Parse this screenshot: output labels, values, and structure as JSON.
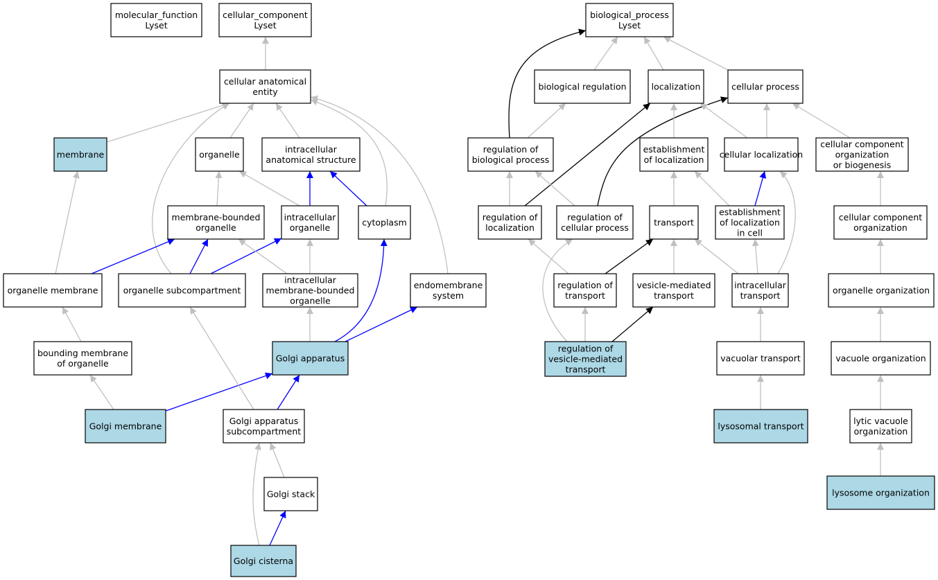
{
  "colors": {
    "node_default_fill": "#ffffff",
    "node_highlight_fill": "#add8e6",
    "edge_is_a": "#c0c0c0",
    "edge_part_of": "#0000ff",
    "edge_regulates": "#000000"
  },
  "nodes": [
    {
      "id": "mf",
      "lines": [
        "molecular_function",
        "Lyset"
      ],
      "highlight": false
    },
    {
      "id": "cc",
      "lines": [
        "cellular_component",
        "Lyset"
      ],
      "highlight": false
    },
    {
      "id": "bp",
      "lines": [
        "biological_process",
        "Lyset"
      ],
      "highlight": false
    },
    {
      "id": "cae",
      "lines": [
        "cellular anatomical",
        "entity"
      ],
      "highlight": false
    },
    {
      "id": "membrane",
      "lines": [
        "membrane"
      ],
      "highlight": true
    },
    {
      "id": "organelle",
      "lines": [
        "organelle"
      ],
      "highlight": false
    },
    {
      "id": "ias",
      "lines": [
        "intracellular",
        "anatomical structure"
      ],
      "highlight": false
    },
    {
      "id": "mbo",
      "lines": [
        "membrane-bounded",
        "organelle"
      ],
      "highlight": false
    },
    {
      "id": "io",
      "lines": [
        "intracellular",
        "organelle"
      ],
      "highlight": false
    },
    {
      "id": "cytoplasm",
      "lines": [
        "cytoplasm"
      ],
      "highlight": false
    },
    {
      "id": "om",
      "lines": [
        "organelle membrane"
      ],
      "highlight": false
    },
    {
      "id": "os",
      "lines": [
        "organelle subcompartment"
      ],
      "highlight": false
    },
    {
      "id": "imbo",
      "lines": [
        "intracellular",
        "membrane-bounded",
        "organelle"
      ],
      "highlight": false
    },
    {
      "id": "es",
      "lines": [
        "endomembrane",
        "system"
      ],
      "highlight": false
    },
    {
      "id": "bmo",
      "lines": [
        "bounding membrane",
        "of organelle"
      ],
      "highlight": false
    },
    {
      "id": "ga",
      "lines": [
        "Golgi apparatus"
      ],
      "highlight": true
    },
    {
      "id": "gm",
      "lines": [
        "Golgi membrane"
      ],
      "highlight": true
    },
    {
      "id": "gas",
      "lines": [
        "Golgi apparatus",
        "subcompartment"
      ],
      "highlight": false
    },
    {
      "id": "gs",
      "lines": [
        "Golgi stack"
      ],
      "highlight": false
    },
    {
      "id": "gc",
      "lines": [
        "Golgi cisterna"
      ],
      "highlight": true
    },
    {
      "id": "br",
      "lines": [
        "biological regulation"
      ],
      "highlight": false
    },
    {
      "id": "loc",
      "lines": [
        "localization"
      ],
      "highlight": false
    },
    {
      "id": "cp",
      "lines": [
        "cellular process"
      ],
      "highlight": false
    },
    {
      "id": "rbp",
      "lines": [
        "regulation of",
        "biological process"
      ],
      "highlight": false
    },
    {
      "id": "eol",
      "lines": [
        "establishment",
        "of localization"
      ],
      "highlight": false
    },
    {
      "id": "cl",
      "lines": [
        "cellular localization"
      ],
      "highlight": false
    },
    {
      "id": "ccob",
      "lines": [
        "cellular component",
        "organization",
        "or biogenesis"
      ],
      "highlight": false
    },
    {
      "id": "rol",
      "lines": [
        "regulation of",
        "localization"
      ],
      "highlight": false
    },
    {
      "id": "rcp",
      "lines": [
        "regulation of",
        "cellular process"
      ],
      "highlight": false
    },
    {
      "id": "transport",
      "lines": [
        "transport"
      ],
      "highlight": false
    },
    {
      "id": "eolc",
      "lines": [
        "establishment",
        "of localization",
        "in cell"
      ],
      "highlight": false
    },
    {
      "id": "cco",
      "lines": [
        "cellular component",
        "organization"
      ],
      "highlight": false
    },
    {
      "id": "rot",
      "lines": [
        "regulation of",
        "transport"
      ],
      "highlight": false
    },
    {
      "id": "vmt",
      "lines": [
        "vesicle-mediated",
        "transport"
      ],
      "highlight": false
    },
    {
      "id": "it",
      "lines": [
        "intracellular",
        "transport"
      ],
      "highlight": false
    },
    {
      "id": "oo",
      "lines": [
        "organelle organization"
      ],
      "highlight": false
    },
    {
      "id": "rvmt",
      "lines": [
        "regulation of",
        "vesicle-mediated",
        "transport"
      ],
      "highlight": true
    },
    {
      "id": "vt",
      "lines": [
        "vacuolar transport"
      ],
      "highlight": false
    },
    {
      "id": "vo",
      "lines": [
        "vacuole organization"
      ],
      "highlight": false
    },
    {
      "id": "lt",
      "lines": [
        "lysosomal transport"
      ],
      "highlight": true
    },
    {
      "id": "lvo",
      "lines": [
        "lytic vacuole",
        "organization"
      ],
      "highlight": false
    },
    {
      "id": "lo",
      "lines": [
        "lysosome organization"
      ],
      "highlight": true
    }
  ],
  "edges": [
    {
      "from": "cae",
      "to": "cc",
      "type": "is_a"
    },
    {
      "from": "membrane",
      "to": "cae",
      "type": "is_a"
    },
    {
      "from": "organelle",
      "to": "cae",
      "type": "is_a"
    },
    {
      "from": "ias",
      "to": "cae",
      "type": "is_a"
    },
    {
      "from": "cytoplasm",
      "to": "cae",
      "type": "is_a"
    },
    {
      "from": "es",
      "to": "cae",
      "type": "is_a"
    },
    {
      "from": "os",
      "to": "cae",
      "type": "is_a"
    },
    {
      "from": "mbo",
      "to": "organelle",
      "type": "is_a"
    },
    {
      "from": "io",
      "to": "organelle",
      "type": "is_a"
    },
    {
      "from": "io",
      "to": "ias",
      "type": "part_of"
    },
    {
      "from": "cytoplasm",
      "to": "ias",
      "type": "part_of"
    },
    {
      "from": "om",
      "to": "membrane",
      "type": "is_a"
    },
    {
      "from": "om",
      "to": "mbo",
      "type": "part_of"
    },
    {
      "from": "os",
      "to": "mbo",
      "type": "part_of"
    },
    {
      "from": "os",
      "to": "io",
      "type": "part_of"
    },
    {
      "from": "imbo",
      "to": "mbo",
      "type": "is_a"
    },
    {
      "from": "imbo",
      "to": "io",
      "type": "is_a"
    },
    {
      "from": "bmo",
      "to": "om",
      "type": "is_a"
    },
    {
      "from": "ga",
      "to": "imbo",
      "type": "is_a"
    },
    {
      "from": "ga",
      "to": "cytoplasm",
      "type": "part_of"
    },
    {
      "from": "ga",
      "to": "es",
      "type": "part_of"
    },
    {
      "from": "gm",
      "to": "bmo",
      "type": "is_a"
    },
    {
      "from": "gm",
      "to": "ga",
      "type": "part_of"
    },
    {
      "from": "gas",
      "to": "os",
      "type": "is_a"
    },
    {
      "from": "gas",
      "to": "ga",
      "type": "part_of"
    },
    {
      "from": "gs",
      "to": "gas",
      "type": "is_a"
    },
    {
      "from": "gc",
      "to": "gas",
      "type": "is_a"
    },
    {
      "from": "gc",
      "to": "gs",
      "type": "part_of"
    },
    {
      "from": "br",
      "to": "bp",
      "type": "is_a"
    },
    {
      "from": "loc",
      "to": "bp",
      "type": "is_a"
    },
    {
      "from": "cp",
      "to": "bp",
      "type": "is_a"
    },
    {
      "from": "rbp",
      "to": "bp",
      "type": "regulates"
    },
    {
      "from": "rbp",
      "to": "br",
      "type": "is_a"
    },
    {
      "from": "rol",
      "to": "loc",
      "type": "regulates"
    },
    {
      "from": "rol",
      "to": "rbp",
      "type": "is_a"
    },
    {
      "from": "rcp",
      "to": "cp",
      "type": "regulates"
    },
    {
      "from": "rcp",
      "to": "rbp",
      "type": "is_a"
    },
    {
      "from": "eol",
      "to": "loc",
      "type": "is_a"
    },
    {
      "from": "cl",
      "to": "loc",
      "type": "is_a"
    },
    {
      "from": "cl",
      "to": "cp",
      "type": "is_a"
    },
    {
      "from": "ccob",
      "to": "cp",
      "type": "is_a"
    },
    {
      "from": "transport",
      "to": "eol",
      "type": "is_a"
    },
    {
      "from": "eolc",
      "to": "eol",
      "type": "is_a"
    },
    {
      "from": "eolc",
      "to": "cl",
      "type": "part_of"
    },
    {
      "from": "cco",
      "to": "ccob",
      "type": "is_a"
    },
    {
      "from": "rot",
      "to": "transport",
      "type": "regulates"
    },
    {
      "from": "rot",
      "to": "rol",
      "type": "is_a"
    },
    {
      "from": "vmt",
      "to": "transport",
      "type": "is_a"
    },
    {
      "from": "it",
      "to": "transport",
      "type": "is_a"
    },
    {
      "from": "it",
      "to": "eolc",
      "type": "is_a"
    },
    {
      "from": "it",
      "to": "cl",
      "type": "is_a"
    },
    {
      "from": "oo",
      "to": "cco",
      "type": "is_a"
    },
    {
      "from": "rvmt",
      "to": "rot",
      "type": "is_a"
    },
    {
      "from": "rvmt",
      "to": "rcp",
      "type": "is_a"
    },
    {
      "from": "rvmt",
      "to": "vmt",
      "type": "regulates"
    },
    {
      "from": "vt",
      "to": "it",
      "type": "is_a"
    },
    {
      "from": "vo",
      "to": "oo",
      "type": "is_a"
    },
    {
      "from": "lt",
      "to": "vt",
      "type": "is_a"
    },
    {
      "from": "lvo",
      "to": "vo",
      "type": "is_a"
    },
    {
      "from": "lo",
      "to": "lvo",
      "type": "is_a"
    }
  ]
}
